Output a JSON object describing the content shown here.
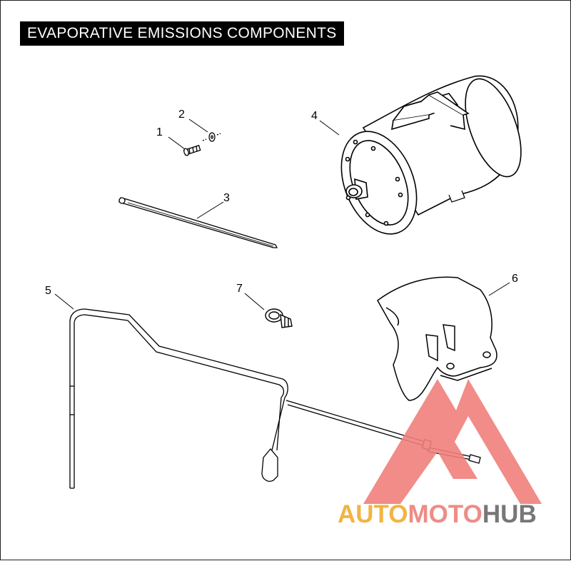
{
  "title": "EVAPORATIVE EMISSIONS COMPONENTS",
  "callouts": [
    "1",
    "2",
    "3",
    "4",
    "5",
    "6",
    "7"
  ],
  "watermark": {
    "part1": "AUTO",
    "part2": "MOTO",
    "part3": "HUB",
    "colors": {
      "auto": "#f2b441",
      "moto": "#ee8c86",
      "hub": "#777777",
      "triangle": "#f07f7b"
    }
  }
}
